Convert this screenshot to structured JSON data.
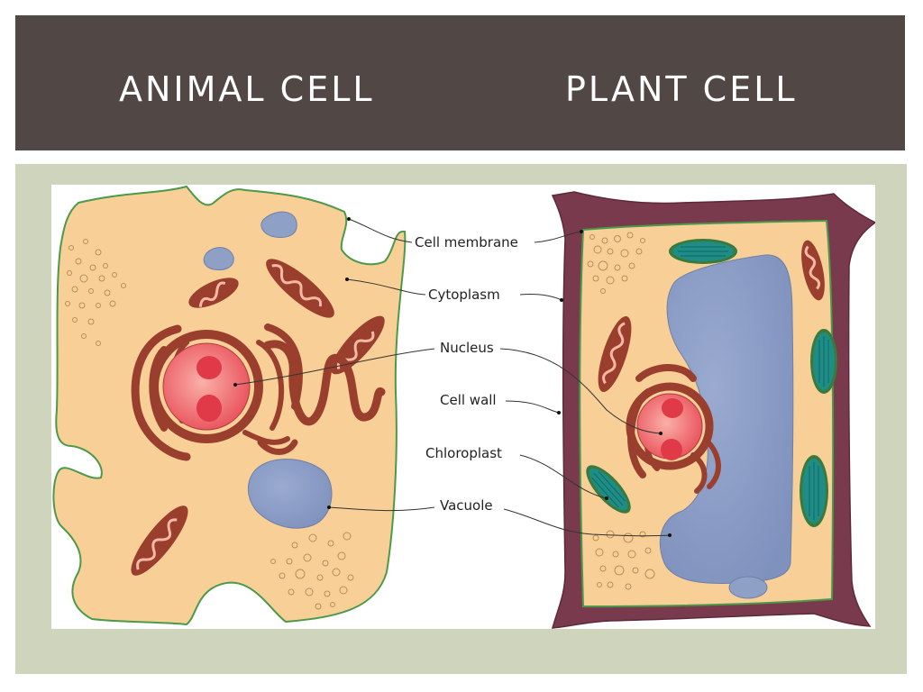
{
  "header": {
    "left_title": "ANIMAL CELL",
    "right_title": "PLANT CELL"
  },
  "diagram": {
    "labels": {
      "cell_membrane": "Cell membrane",
      "cytoplasm": "Cytoplasm",
      "nucleus": "Nucleus",
      "cell_wall": "Cell wall",
      "chloroplast": "Chloroplast",
      "vacuole": "Vacuole"
    }
  },
  "colors": {
    "header_bg": "#514846",
    "panel_bg": "#cfd4bd",
    "cytoplasm": "#f8cf96",
    "membrane": "#4a9a4a",
    "cell_wall": "#7a3a4e",
    "vacuole": "#8ea0c6",
    "nucleus": "#e8505a",
    "mitochondria": "#9a3f2e",
    "chloroplast": "#1f8c86"
  }
}
